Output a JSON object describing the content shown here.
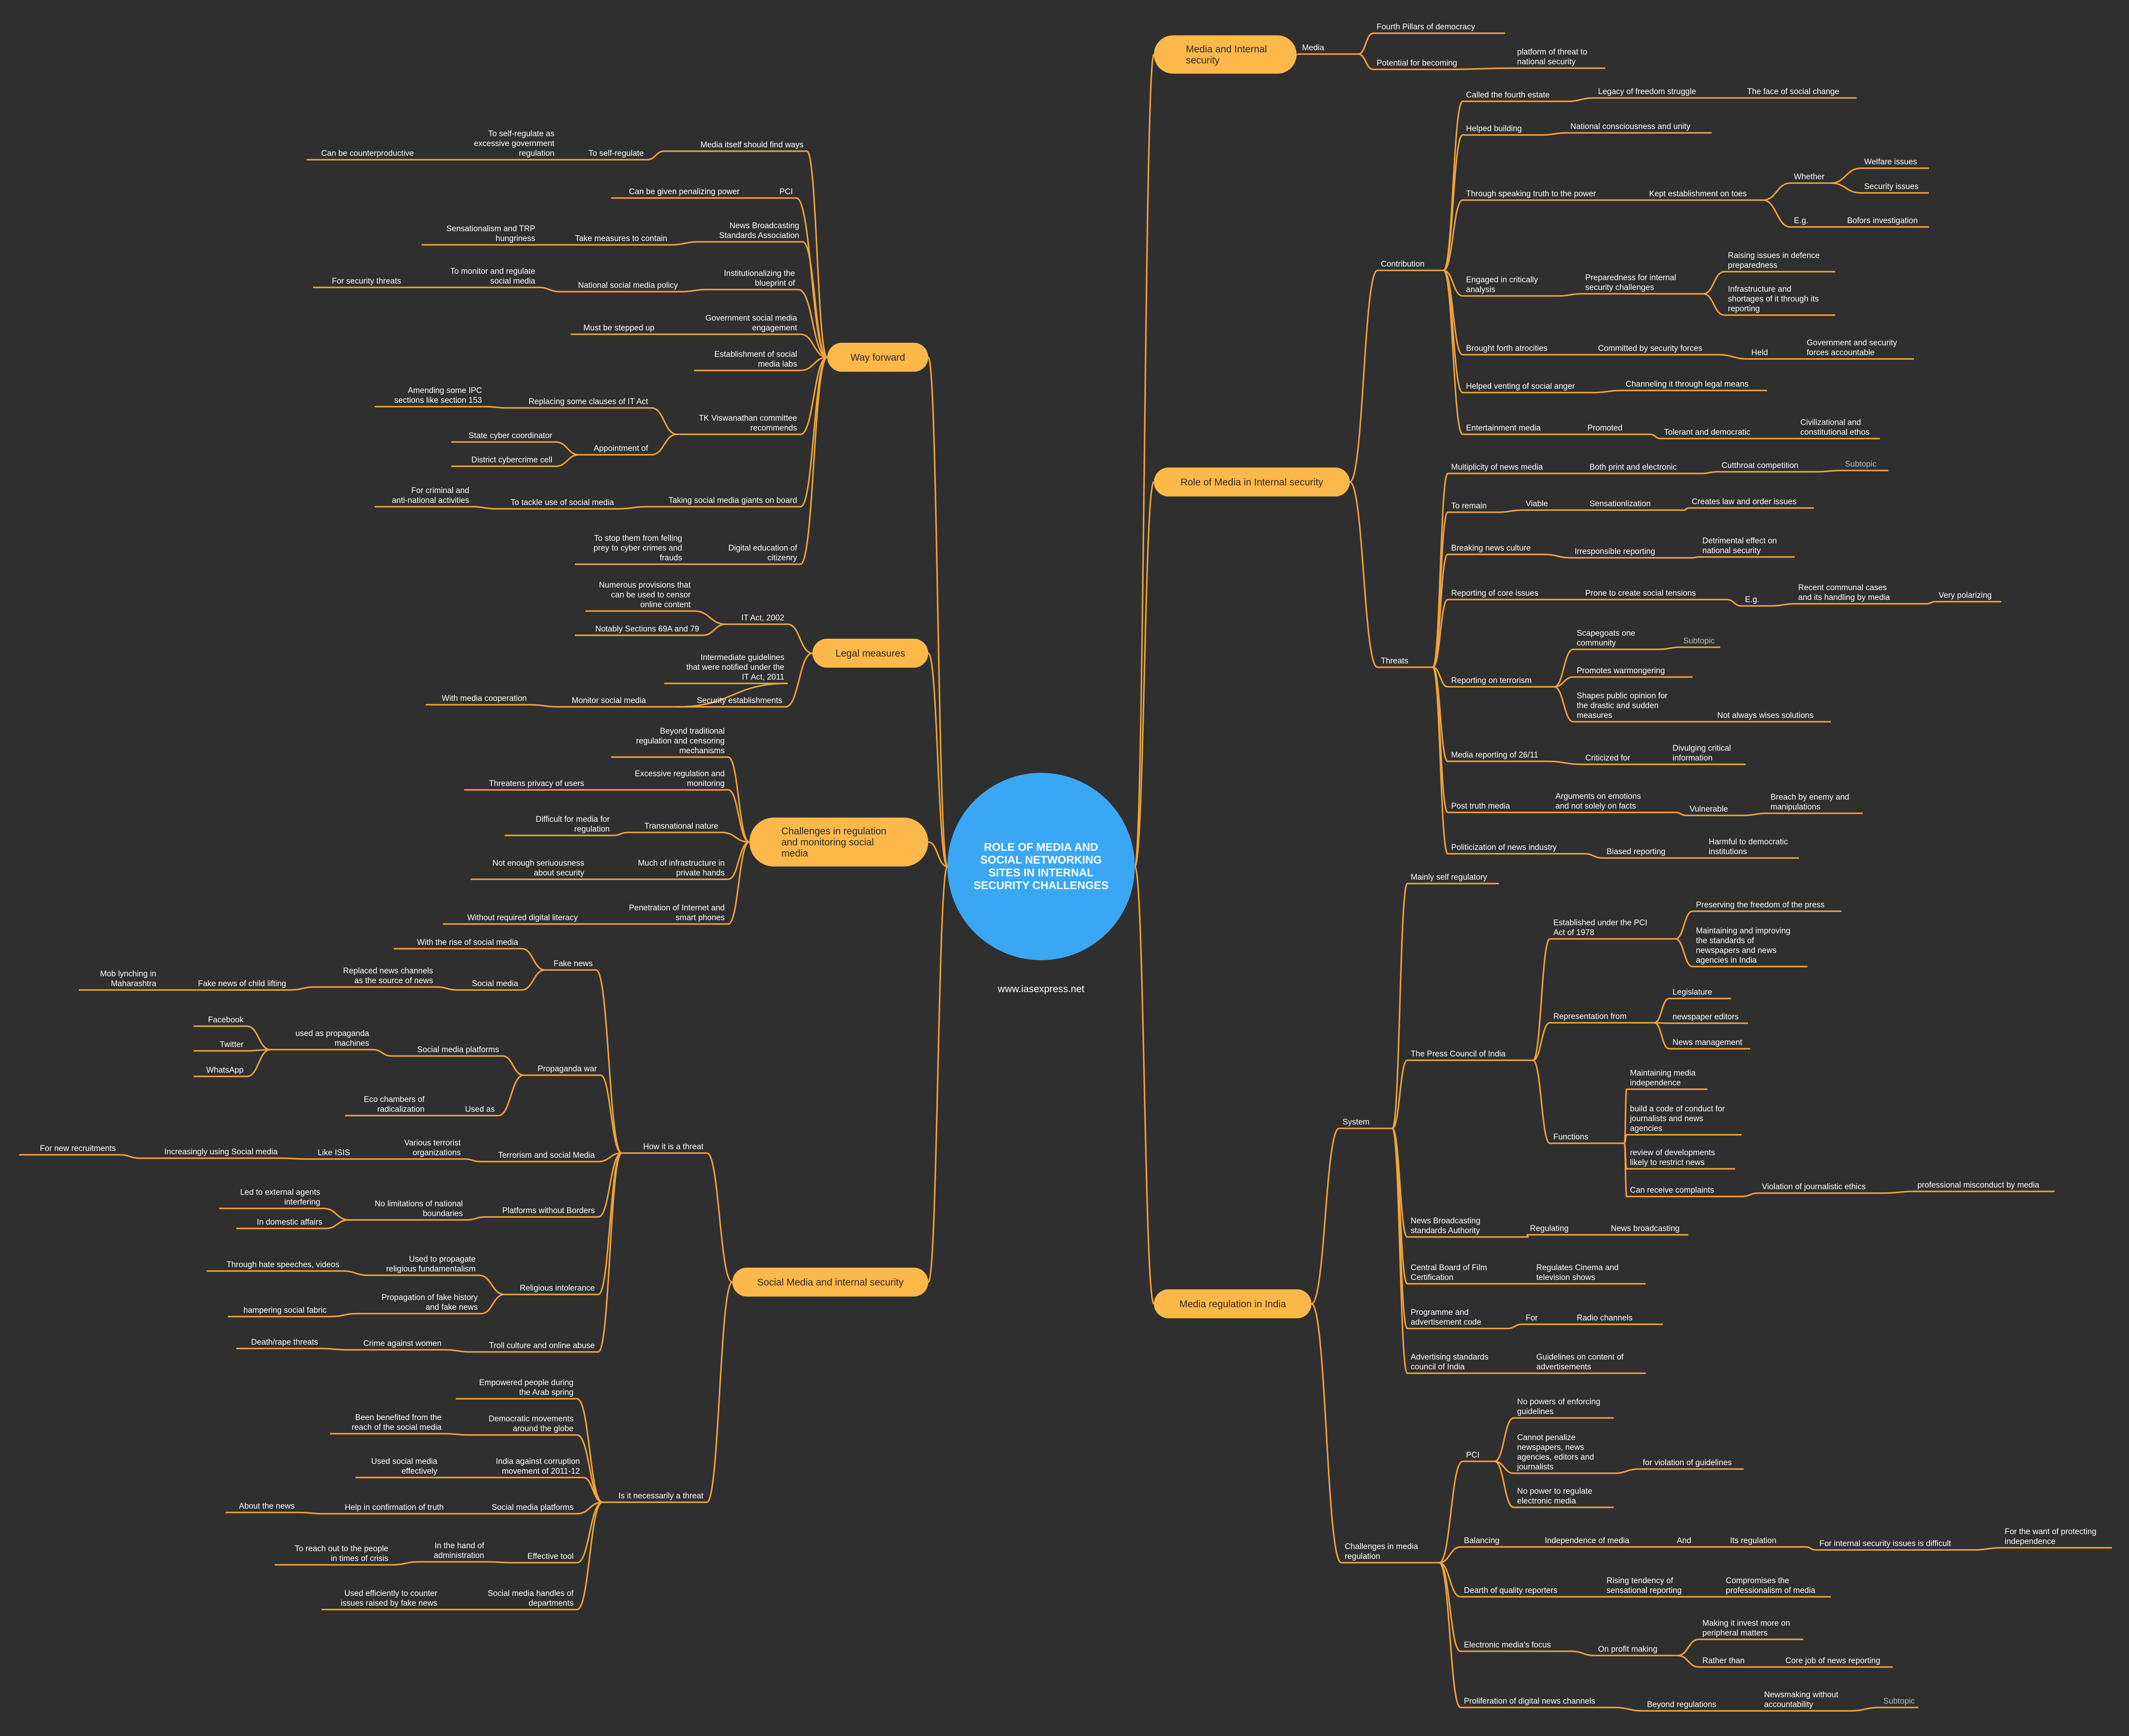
{
  "central": {
    "title": [
      "ROLE OF MEDIA AND",
      "SOCIAL NETWORKING",
      "SITES IN INTERNAL",
      "SECURITY CHALLENGES"
    ],
    "website": "www.iasexpress.net"
  },
  "colors": {
    "background": "#2f2f2f",
    "central": "#3aa7f5",
    "branch": "#fdb84a",
    "line": "#f0a43a",
    "text": "#ffffff",
    "subtopic": "#bdbdbd"
  },
  "nodes": {
    "b1": "Media and Internal\nsecurity",
    "b1_media": "Media",
    "b1_4p": "Fourth Pillars of democracy",
    "b1_pot": "Potential for becoming",
    "b1_plat": "platform of threat to\nnational security",
    "b2": "Role of Media in Internal security",
    "b2_contrib": "Contribution",
    "c_called": "Called the fourth estate",
    "c_legacy": "Legacy of freedom struggle",
    "c_face": "The face of social change",
    "c_helped": "Helped building",
    "c_national": "National consciousness  and unity",
    "c_speak": "Through speaking truth to the power",
    "c_kept": "Kept establishment on toes",
    "c_whether": "Whether",
    "c_welfare": "Welfare issues",
    "c_security": "Security issues",
    "c_eg": "E.g.",
    "c_bofors": "Bofors investigation",
    "c_engaged": "Engaged in critically\nanalysis",
    "c_prep": "Preparedness for internal\nsecurity challenges",
    "c_raising": "Raising issues in defence\npreparedness",
    "c_infra": "Infrastructure and\nshortages of it through its\nreporting",
    "c_brought": "Brought forth atrocities",
    "c_committed": "Committed by security forces",
    "c_held": "Held",
    "c_gov": "Government and security\nforces accountable",
    "c_venting": "Helped venting of social anger",
    "c_channel": "Channeling it through legal means",
    "c_ent": "Entertainment media",
    "c_promoted": "Promoted",
    "c_tolerant": "Tolerant and democratic",
    "c_civil": "Civilizational and\nconstitutional ethos",
    "b2_threats": "Threats",
    "t_multi": "Multiplicity of news media",
    "t_both": "Both print and electronic",
    "t_cut": "Cutthroat competition",
    "t_subtopic1": "Subtopic",
    "t_remain": "To remain",
    "t_viable": "Viable",
    "t_sens": "Sensationlization",
    "t_creates": "Creates law and order issues",
    "t_breaking": "Breaking news culture",
    "t_irresp": "Irresponsible reporting",
    "t_detr": "Detrimental effect on\nnational security",
    "t_core": "Reporting of core issues",
    "t_prone": "Prone to create social tensions",
    "t_eg": "E.g.",
    "t_recent": "Recent communal cases\nand its handling by media",
    "t_polar": "Very polarizing",
    "t_terror": "Reporting on terrorism",
    "t_scape": "Scapegoats one\ncommunity",
    "t_subtopic2": "Subtopic",
    "t_warm": "Promotes warmongering",
    "t_shapes": "Shapes public opinion for\nthe drastic and sudden\nmeasures",
    "t_notwise": "Not always wises solutions",
    "t_2611": "Media reporting of 26/11",
    "t_crit": "Criticized for",
    "t_divul": "Divulging critical\ninformation",
    "t_post": "Post truth media",
    "t_args": "Arguments on emotions\nand not solely on facts",
    "t_vuln": "Vulnerable",
    "t_breach": "Breach by enemy and\nmanipulations",
    "t_polit": "Politicization of news industry",
    "t_biased": "Biased reporting",
    "t_harm": "Harmful to democratic\ninstitutions",
    "b3": "Media regulation in India",
    "r_system": "System",
    "r_mainly": "Mainly self regulatory",
    "r_pci": "The Press Council of India",
    "r_est": "Established under the PCI\nAct of 1978",
    "r_pres": "Preserving the freedom of the press",
    "r_maint": "Maintaining and improving\nthe standards of\nnewspapers and news\nagencies in India",
    "r_rep": "Representation from",
    "r_legis": "Legislature",
    "r_editors": "newspaper editors",
    "r_newsm": "News management",
    "r_func": "Functions",
    "r_mi": "Maintaining media\nindependence",
    "r_code": " build a code of conduct for\njournalists and news\nagencies",
    "r_review": " review of developments\nlikely to restrict news",
    "r_complaints": "Can receive complaints",
    "r_violation": "Violation of journalistic ethics",
    "r_prof": "professional misconduct by media",
    "r_nbsa": "News Broadcasting\nstandards Authority",
    "r_regulating": "Regulating",
    "r_newsb": "News broadcasting",
    "r_cbfc": "Central Board of Film\nCertification",
    "r_cinema": "Regulates Cinema and\ntelevision shows",
    "r_prog": "Programme and\nadvertisement code",
    "r_for": "For",
    "r_radio": "Radio channels",
    "r_ascii": "Advertising standards\ncouncil of India",
    "r_guide": "Guidelines on content of\nadvertisements",
    "r_chal": "Challenges in media\nregulation",
    "r_pci2": "PCI",
    "r_nopow": "No powers of enforcing\nguidelines",
    "r_cannot": "Cannot penalize\nnewspapers, news\nagencies, editors and\njournalists",
    "r_forviol": "for violation of guidelines",
    "r_nopow2": "No power to regulate\nelectronic media",
    "r_bal": "Balancing",
    "r_indep": "Independence of media",
    "r_and": "And",
    "r_itsreg": "Its regulation",
    "r_forint": "For internal security issues is difficult",
    "r_want": "For the want of protecting\nindependence",
    "r_dearth": "Dearth of quality reporters",
    "r_rising": "Rising tendency of\nsensational reporting",
    "r_comp": "Compromises the\nprofessionalism of media",
    "r_elec": "Electronic media's focus",
    "r_profit": "On profit making",
    "r_making": "Making it invest more on\nperipheral matters",
    "r_rather": "Rather than",
    "r_core": "Core job of news reporting",
    "r_prolif": "Proliferation of digital news channels",
    "r_beyond": "Beyond regulations",
    "r_newsmak": "Newsmaking without\naccountability",
    "r_subtopic3": "Subtopic",
    "b4": "Way forward",
    "w_media": "Media itself should find ways",
    "w_tosr": "To self-regulate",
    "w_tosr2": "To self-regulate as\nexcessive government\nregulation",
    "w_counter": "Can be counterproductive",
    "w_pci": "PCI",
    "w_pen": "Can be given penalizing power",
    "w_nbsa": "News Broadcasting\nStandards Association",
    "w_take": "Take measures to contain",
    "w_sens": "Sensationalism and TRP\nhungriness",
    "w_inst": "Institutionalizing the\nblueprint of",
    "w_nsmp": "National social media policy",
    "w_monitor": "To monitor and regulate\nsocial media",
    "w_secthreat": "For security threats",
    "w_gsme": "Government social media\nengagement",
    "w_stepped": "Must be stepped up",
    "w_labs": "Establishment of social\nmedia labs",
    "w_tkv": "TK Viswanathan committee\nrecommends",
    "w_replace": "Replacing some clauses of IT Act",
    "w_ipc": "Amending some IPC\nsections like section 153",
    "w_appoint": "Appointment of",
    "w_state": "State cyber coordinator",
    "w_district": "District cybercrime cell",
    "w_giants": "Taking social media giants on board",
    "w_tackle": "To tackle use of social media",
    "w_criminal": "For criminal and\nanti-national activities",
    "w_digital": "Digital education of\ncitizenry",
    "w_stop": "To stop them from felling\nprey to cyber crimes and\nfrauds",
    "b5": "Legal measures",
    "l_it": "IT Act, 2002",
    "l_numerous": "Numerous provisions that\ncan be used to censor\nonline content",
    "l_notably": "Notably Sections 69A and 79",
    "l_sec": "Security establishments",
    "l_inter": "Intermediate guidelines\nthat were notified under the\nIT Act, 2011",
    "l_monitor": "Monitor social media",
    "l_coop": "With media cooperation",
    "b6": "Challenges in regulation\nand monitoring social\nmedia",
    "ch_beyond": "Beyond traditional\nregulation and censoring\nmechanisms",
    "ch_excess": "Excessive regulation and\nmonitoring",
    "ch_priv": "Threatens privacy of users",
    "ch_trans": "Transnational nature",
    "ch_diff": "Difficult for media for\nregulation",
    "ch_infra": "Much of infrastructure in\nprivate hands",
    "ch_notenough": "Not enough seriuousness\nabout security",
    "ch_pen": "Penetration of Internet and\nsmart phones",
    "ch_without": "Without required digital literacy",
    "b7": "Social Media and internal security",
    "s_how": "How it is a threat",
    "s_fake": "Fake news",
    "s_rise": "With the rise of social media",
    "s_sm": "Social media",
    "s_repl": "Replaced news channels\nas the source of news",
    "s_child": "Fake news of child lifting",
    "s_mob": "Mob lynching in\nMaharashtra",
    "s_prop": "Propaganda war",
    "s_platforms": "Social media platforms",
    "s_used": "used as propaganda\nmachines",
    "s_fb": "Facebook",
    "s_tw": "Twitter",
    "s_wa": "WhatsApp",
    "s_usedas": "Used as",
    "s_echo": "Eco chambers of\nradicalization",
    "s_terror": "Terrorism and social Media",
    "s_various": "Various terrorist\norganizations",
    "s_isis": "Like ISIS",
    "s_incr": "Increasingly using Social media",
    "s_recruit": "For new recruitments",
    "s_borders": "Platforms without Borders",
    "s_nolim": "No limitations of national\nboundaries",
    "s_ledto": "Led to external agents\ninterfering",
    "s_domestic": "In domestic affairs",
    "s_relig": "Religious intolerance",
    "s_usedprop": "Used to propagate\nreligious fundamentalism",
    "s_hate": "Through hate speeches, videos",
    "s_propag": "Propagation of fake history\nand fake news",
    "s_hamper": "hampering social fabric",
    "s_troll": "Troll culture and online abuse",
    "s_crime": "Crime against women",
    "s_death": "Death/rape threats",
    "s_isit": "Is it necessarily a threat",
    "s_emp": "Empowered people during\nthe Arab spring",
    "s_dem": "Democratic movements\naround the globe",
    "s_benef": "Been benefited from the\nreach of the social media",
    "s_india": "India against corruption\nmovement of 2011-12",
    "s_usedsm": "Used social media\neffectively",
    "s_smp": "Social media platforms",
    "s_help": "Help in confirmation of truth",
    "s_about": "About the news",
    "s_eff": "Effective tool",
    "s_hand": "In the hand of\nadministration",
    "s_reach": "To reach out to the people\nin times of crisis",
    "s_handles": "Social media handles of\ndepartments",
    "s_usedeff": "Used efficiently to counter\nissues raised by fake news"
  }
}
